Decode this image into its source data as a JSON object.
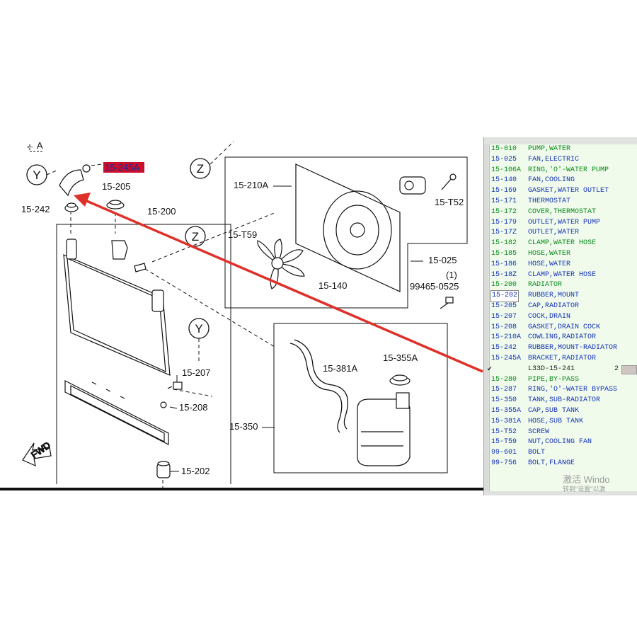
{
  "diagram": {
    "labels": {
      "l_15_245A": "15-245A",
      "l_15_205": "15-205",
      "l_15_242": "15-242",
      "l_15_200": "15-200",
      "l_15_210A": "15-210A",
      "l_15_T59": "15-T59",
      "l_15_140": "15-140",
      "l_15_025": "15-025",
      "l_15_T52": "15-T52",
      "l_99465": "99465-0525",
      "l_qty1": "(1)",
      "l_15_207": "15-207",
      "l_15_208": "15-208",
      "l_15_202": "15-202",
      "l_15_381A": "15-381A",
      "l_15_355A": "15-355A",
      "l_15_350": "15-350",
      "callout_y": "Y",
      "callout_z": "Z",
      "fwd": "FWD",
      "top_note": "← A"
    },
    "colors": {
      "highlight": "#c8102e",
      "arrow": "#e0302a",
      "line": "#111111"
    }
  },
  "parts": [
    {
      "code": "15-010",
      "desc": "PUMP,WATER",
      "color": "green"
    },
    {
      "code": "15-025",
      "desc": "FAN,ELECTRIC",
      "color": "blue"
    },
    {
      "code": "15-106A",
      "desc": "RING,'O'-WATER PUMP",
      "color": "green"
    },
    {
      "code": "15-140",
      "desc": "FAN,COOLING",
      "color": "blue"
    },
    {
      "code": "15-169",
      "desc": "GASKET,WATER OUTLET",
      "color": "blue"
    },
    {
      "code": "15-171",
      "desc": "THERMOSTAT",
      "color": "blue"
    },
    {
      "code": "15-172",
      "desc": "COVER,THERMOSTAT",
      "color": "green"
    },
    {
      "code": "15-179",
      "desc": "OUTLET,WATER PUMP",
      "color": "blue"
    },
    {
      "code": "15-17Z",
      "desc": "OUTLET,WATER",
      "color": "blue"
    },
    {
      "code": "15-182",
      "desc": "CLAMP,WATER HOSE",
      "color": "green"
    },
    {
      "code": "15-185",
      "desc": "HOSE,WATER",
      "color": "green"
    },
    {
      "code": "15-186",
      "desc": "HOSE,WATER",
      "color": "blue"
    },
    {
      "code": "15-18Z",
      "desc": "CLAMP,WATER HOSE",
      "color": "blue"
    },
    {
      "code": "15-200",
      "desc": "RADIATOR",
      "color": "green"
    },
    {
      "code": "15-202",
      "desc": "RUBBER,MOUNT",
      "color": "blue",
      "selected": true
    },
    {
      "code": "15-205",
      "desc": "CAP,RADIATOR",
      "color": "blue"
    },
    {
      "code": "15-207",
      "desc": "COCK,DRAIN",
      "color": "blue"
    },
    {
      "code": "15-208",
      "desc": "GASKET,DRAIN COCK",
      "color": "blue"
    },
    {
      "code": "15-210A",
      "desc": "COWLING,RADIATOR",
      "color": "blue"
    },
    {
      "code": "15-242",
      "desc": "RUBBER,MOUNT-RADIATOR",
      "color": "blue"
    },
    {
      "code": "15-245A",
      "desc": "BRACKET,RADIATOR",
      "color": "blue"
    },
    {
      "code": "",
      "desc": "L33D-15-241",
      "color": "sub",
      "qty": "2",
      "check": "✔"
    },
    {
      "code": "15-280",
      "desc": "PIPE,BY-PASS",
      "color": "green"
    },
    {
      "code": "15-287",
      "desc": "RING,'O'-WATER BYPASS",
      "color": "blue"
    },
    {
      "code": "15-350",
      "desc": "TANK,SUB-RADIATOR",
      "color": "blue"
    },
    {
      "code": "15-355A",
      "desc": "CAP,SUB TANK",
      "color": "blue"
    },
    {
      "code": "15-381A",
      "desc": "HOSE,SUB TANK",
      "color": "blue"
    },
    {
      "code": "15-T52",
      "desc": "SCREW",
      "color": "blue"
    },
    {
      "code": "15-T59",
      "desc": "NUT,COOLING FAN",
      "color": "blue"
    },
    {
      "code": "99-601",
      "desc": "BOLT",
      "color": "blue"
    },
    {
      "code": "99-756",
      "desc": "BOLT,FLANGE",
      "color": "blue"
    }
  ],
  "watermark": {
    "line1": "激活 Windo",
    "line2": "转到\"设置\"以激"
  }
}
